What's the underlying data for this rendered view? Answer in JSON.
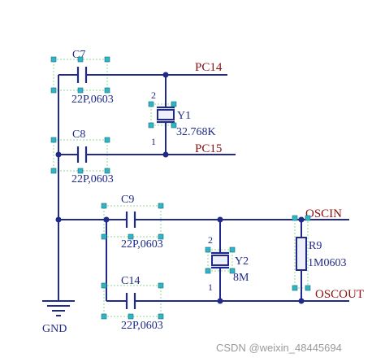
{
  "components": {
    "c7": {
      "ref": "C7",
      "value": "22P,0603"
    },
    "c8": {
      "ref": "C8",
      "value": "22P,0603"
    },
    "c9": {
      "ref": "C9",
      "value": "22P,0603"
    },
    "c14": {
      "ref": "C14",
      "value": "22P,0603"
    },
    "y1": {
      "ref": "Y1",
      "value": "32.768K",
      "pin_top": "2",
      "pin_bottom": "1"
    },
    "y2": {
      "ref": "Y2",
      "value": "8M",
      "pin_top": "2",
      "pin_bottom": "1"
    },
    "r9": {
      "ref": "R9",
      "value": "1M0603"
    }
  },
  "nets": {
    "pc14": "PC14",
    "pc15": "PC15",
    "oscin": "OSCIN",
    "oscout": "OSCOUT",
    "gnd": "GND"
  },
  "watermark": "CSDN @weixin_48445694",
  "colors": {
    "wire": "#1f2a8a",
    "net_label": "#8a1010",
    "handle": "#2fb5c7",
    "guide": "#8fd88f"
  }
}
